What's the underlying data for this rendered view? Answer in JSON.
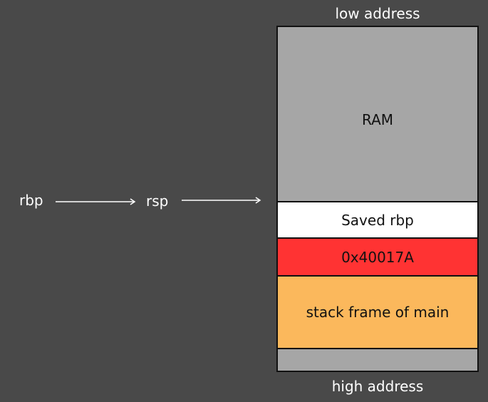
{
  "labels": {
    "low_address": "low address",
    "high_address": "high address",
    "rbp": "rbp",
    "rsp": "rsp"
  },
  "stack": {
    "ram": "RAM",
    "saved_rbp": "Saved rbp",
    "return_address": "0x40017A",
    "main_frame": "stack frame of main"
  },
  "colors": {
    "background": "#494949",
    "ram": "#a6a6a6",
    "saved_rbp": "#ffffff",
    "return_address": "#ff3333",
    "main_frame": "#fbb85c"
  }
}
